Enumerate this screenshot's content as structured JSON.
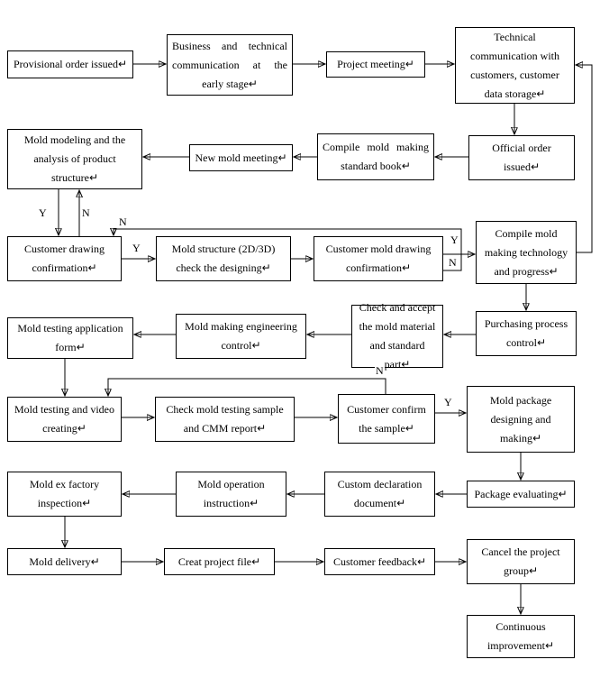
{
  "diagram": {
    "type": "flowchart",
    "nodes": {
      "provisional_order": {
        "label": "Provisional order issued↵"
      },
      "business_communication": {
        "label": "Business and technical communication at the early stage↵"
      },
      "project_meeting": {
        "label": "Project meeting↵"
      },
      "technical_communication": {
        "label": "Technical communication with customers, customer data storage↵"
      },
      "official_order": {
        "label": "Official order issued↵"
      },
      "compile_standard_book": {
        "label": "Compile mold making standard book↵"
      },
      "new_mold_meeting": {
        "label": "New mold meeting↵"
      },
      "mold_modeling": {
        "label": "Mold modeling and the analysis of product structure↵"
      },
      "customer_drawing_confirmation": {
        "label": "Customer drawing confirmation↵"
      },
      "mold_structure_check": {
        "label": "Mold structure (2D/3D) check the designing↵"
      },
      "customer_mold_drawing_confirmation": {
        "label": "Customer mold drawing confirmation↵"
      },
      "compile_technology": {
        "label": "Compile mold making technology and progress↵"
      },
      "purchasing_control": {
        "label": "Purchasing process control↵"
      },
      "check_accept_material": {
        "label": "Check and accept the mold material and standard part↵"
      },
      "engineering_control": {
        "label": "Mold making engineering control↵"
      },
      "testing_application_form": {
        "label": "Mold testing application form↵"
      },
      "testing_video": {
        "label": "Mold testing and video creating↵"
      },
      "check_testing_sample": {
        "label": "Check mold testing sample and CMM report↵"
      },
      "customer_confirm_sample": {
        "label": "Customer confirm the sample↵"
      },
      "package_designing": {
        "label": "Mold package designing and making↵"
      },
      "package_evaluating": {
        "label": "Package evaluating↵"
      },
      "declaration_document": {
        "label": "Custom declaration document↵"
      },
      "operation_instruction": {
        "label": "Mold operation instruction↵"
      },
      "ex_factory_inspection": {
        "label": "Mold ex factory inspection↵"
      },
      "mold_delivery": {
        "label": "Mold delivery↵"
      },
      "create_project_file": {
        "label": "Creat project file↵"
      },
      "customer_feedback": {
        "label": "Customer feedback↵"
      },
      "cancel_project_group": {
        "label": "Cancel the project group↵"
      },
      "continuous_improvement": {
        "label": "Continuous improvement↵"
      }
    },
    "edge_labels": {
      "yes": "Y",
      "no": "N"
    },
    "colors": {
      "line": "#000000",
      "box_border": "#000000",
      "box_fill": "#ffffff",
      "text": "#000000"
    }
  }
}
